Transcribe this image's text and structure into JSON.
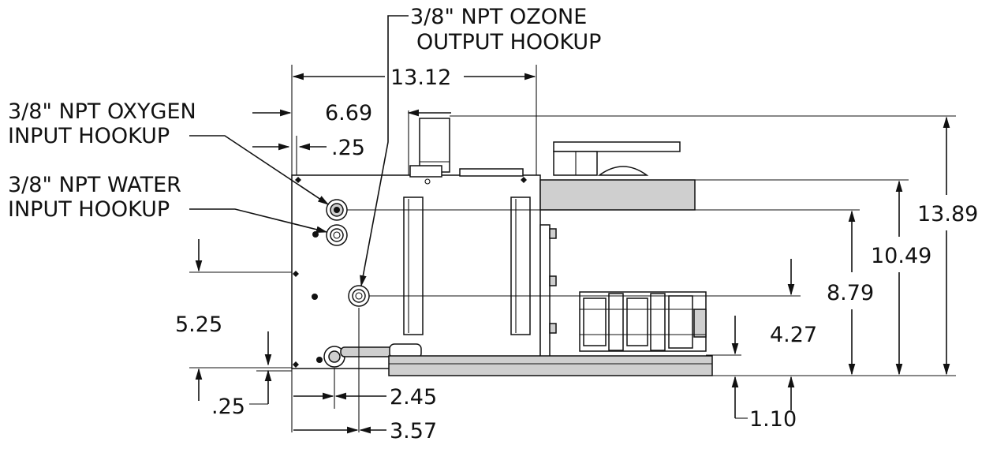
{
  "callouts": {
    "ozone_line1": "3/8\" NPT OZONE",
    "ozone_line2": "OUTPUT HOOKUP",
    "oxygen_line1": "3/8\" NPT OXYGEN",
    "oxygen_line2": "INPUT HOOKUP",
    "water_line1": "3/8\" NPT WATER",
    "water_line2": "INPUT HOOKUP"
  },
  "dimensions": {
    "overall_width": "13.12",
    "oxygen_offset": "6.69",
    "edge_offset_top": ".25",
    "overall_height": "13.89",
    "frame_height": "10.49",
    "oxygen_height": "8.79",
    "ozone_height": "5.25",
    "compressor_height": "4.27",
    "edge_offset_bottom": ".25",
    "water_offset": "2.45",
    "ozone_offset": "3.57",
    "base_height": "1.10"
  }
}
